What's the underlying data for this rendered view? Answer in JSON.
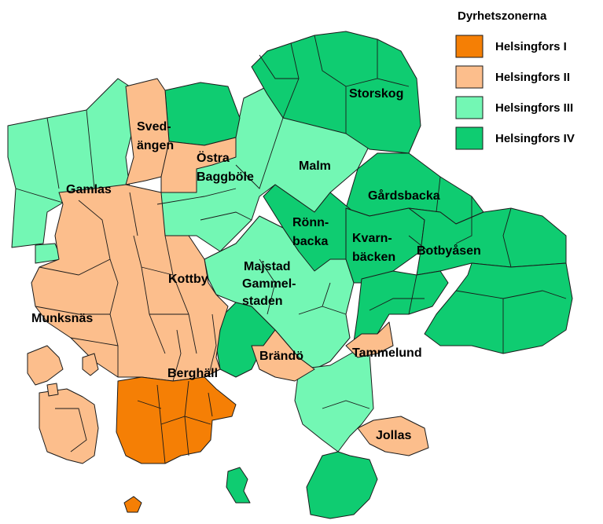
{
  "legend": {
    "title": "Dyrhetszonerna",
    "items": [
      {
        "label": "Helsingfors I",
        "color": "#f57f05"
      },
      {
        "label": "Helsingfors II",
        "color": "#fcbe8c"
      },
      {
        "label": "Helsingfors III",
        "color": "#73f7b4"
      },
      {
        "label": "Helsingfors IV",
        "color": "#0fcc71"
      }
    ]
  },
  "districts": {
    "svedangen": {
      "line1": "Sved-",
      "line2": "ängen",
      "zone": "Helsingfors II"
    },
    "ostra_baggbole": {
      "line1": "Östra",
      "line2": "Baggböle",
      "zone": "Helsingfors II"
    },
    "gamlas": {
      "name": "Gamlas",
      "zone": "Helsingfors III"
    },
    "malm": {
      "name": "Malm",
      "zone": "Helsingfors III"
    },
    "storskog": {
      "name": "Storskog",
      "zone": "Helsingfors IV"
    },
    "gardsbacka": {
      "name": "Gårdsbacka",
      "zone": "Helsingfors IV"
    },
    "ronnbacka": {
      "line1": "Rönn-",
      "line2": "backa",
      "zone": "Helsingfors IV"
    },
    "kvarnbacken": {
      "line1": "Kvarn-",
      "line2": "bäcken",
      "zone": "Helsingfors IV"
    },
    "botbyasen": {
      "name": "Botbyåsen",
      "zone": "Helsingfors IV"
    },
    "majstad": {
      "line1": "Majstad",
      "line2": "Gammel-",
      "line3": "staden",
      "zone": "Helsingfors III"
    },
    "kottby": {
      "name": "Kottby",
      "zone": "Helsingfors II"
    },
    "munksnas": {
      "name": "Munksnäs",
      "zone": "Helsingfors II"
    },
    "brando": {
      "name": "Brändö",
      "zone": "Helsingfors II"
    },
    "tammelund": {
      "name": "Tammelund",
      "zone": "Helsingfors II"
    },
    "berghall": {
      "name": "Berghäll",
      "zone": "Helsingfors II"
    },
    "jollas": {
      "name": "Jollas",
      "zone": "Helsingfors II"
    }
  }
}
